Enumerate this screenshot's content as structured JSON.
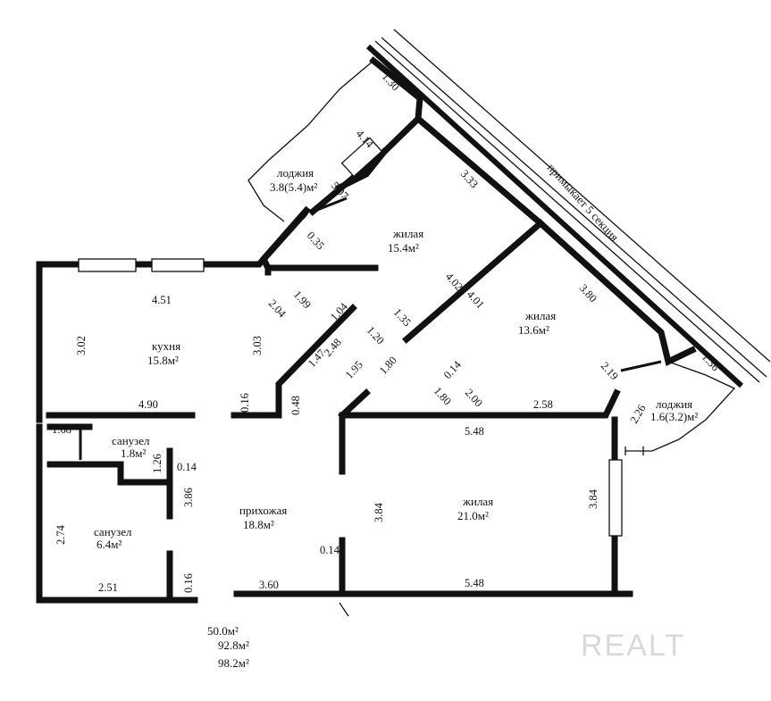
{
  "rooms": {
    "loggia_top": {
      "name": "лоджия",
      "area": "3.8(5.4)м²"
    },
    "living_top": {
      "name": "жилая",
      "area": "15.4м²"
    },
    "living_right": {
      "name": "жилая",
      "area": "13.6м²"
    },
    "kitchen": {
      "name": "кухня",
      "area": "15.8м²"
    },
    "loggia_right": {
      "name": "лоджия",
      "area": "1.6(3.2)м²"
    },
    "bath_small": {
      "name": "санузел",
      "area": "1.8м²"
    },
    "bath_large": {
      "name": "санузел",
      "area": "6.4м²"
    },
    "hall": {
      "name": "прихожая",
      "area": "18.8м²"
    },
    "living_bottom": {
      "name": "жилая",
      "area": "21.0м²"
    }
  },
  "adjacent_label": "примыкает 5 секция",
  "dims": {
    "d130": "1.30",
    "d414": "4.14",
    "d507": "5.07",
    "d333": "3.33",
    "d035": "0.35",
    "d451": "4.51",
    "d199": "1.99",
    "d204": "2.04",
    "d104": "1.04",
    "d402": "4.02",
    "d401": "4.01",
    "d380": "3.80",
    "d302": "3.02",
    "d303": "3.03",
    "d147": "1.47",
    "d248": "2.48",
    "d120": "1.20",
    "d135": "1.35",
    "d016a": "0.16",
    "d048": "0.48",
    "d195": "1.95",
    "d180a": "1.80",
    "d014a": "0.14",
    "d180b": "1.80",
    "d200": "2.00",
    "d219": "2.19",
    "d136": "1.36",
    "d490": "4.90",
    "d258": "2.58",
    "d226": "2.26",
    "d168": "1.68",
    "d548a": "5.48",
    "d126": "1.26",
    "d014b": "0.14",
    "d386": "3.86",
    "d384a": "3.84",
    "d384b": "3.84",
    "d274": "2.74",
    "d014c": "0.14",
    "d251": "2.51",
    "d016b": "0.16",
    "d360": "3.60",
    "d548b": "5.48"
  },
  "totals": [
    "50.0м²",
    "92.8м²",
    "98.2м²"
  ],
  "watermark": "REALT"
}
